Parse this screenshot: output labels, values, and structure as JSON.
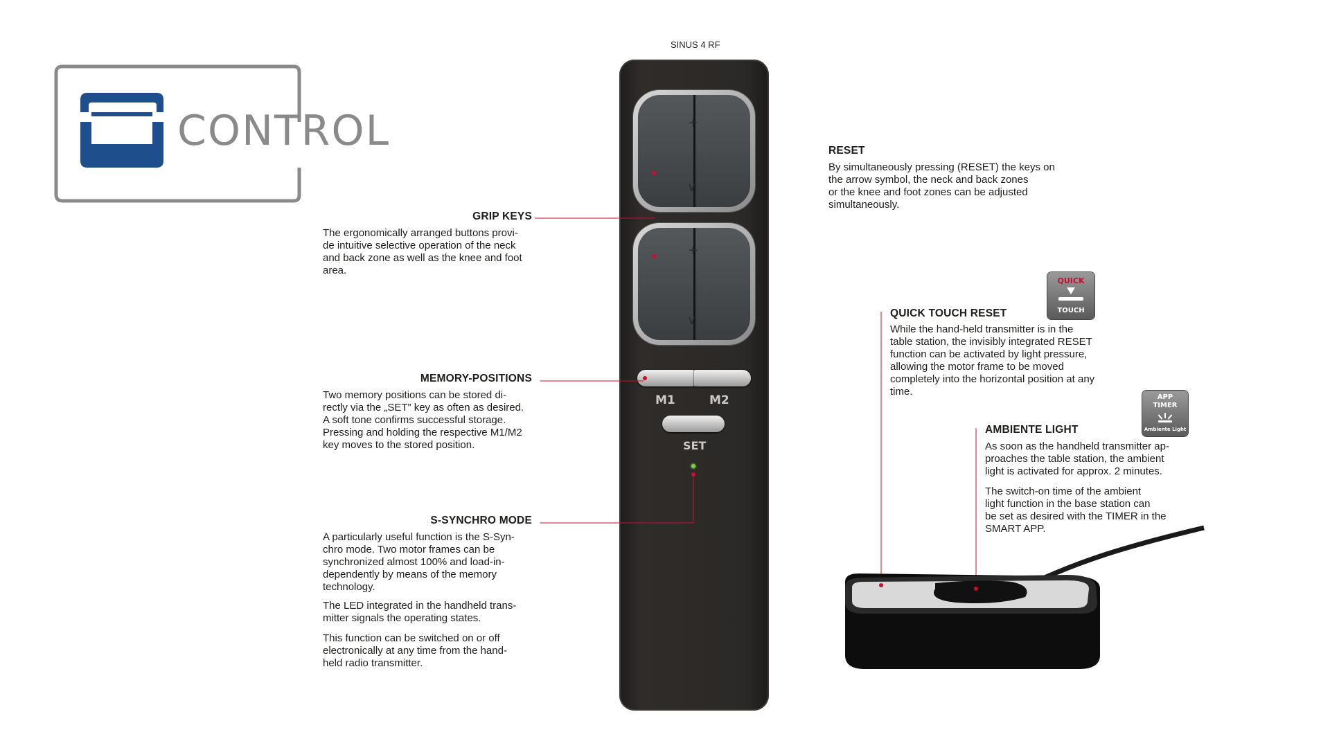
{
  "logo": {
    "text": "CONTROL"
  },
  "product": {
    "name": "SINUS 4 RF"
  },
  "remote": {
    "m1": "M1",
    "m2": "M2",
    "set": "SET"
  },
  "badges": {
    "quick_top": "QUICK",
    "quick_bottom": "TOUCH",
    "app_top": "APP",
    "app_mid": "TIMER",
    "app_bottom": "Ambiente Light"
  },
  "sections": {
    "grip_keys": {
      "title": "GRIP KEYS",
      "text": "The ergonomically arranged buttons provi-\nde intuitive selective operation of the neck\nand back zone as well as the knee and foot\narea."
    },
    "memory": {
      "title": "MEMORY-POSITIONS",
      "text": "Two memory positions can be stored di-\nrectly via the „SET” key as often as desired.\nA soft tone confirms successful storage.\nPressing and holding the respective M1/M2\nkey moves to the stored position."
    },
    "synchro": {
      "title": "S-SYNCHRO MODE",
      "text1": "A particularly useful function is the S-Syn-\nchro mode. Two motor frames can be\nsynchronized almost 100% and load-in-\ndependently by means of the memory\ntechnology.",
      "text2": "The LED integrated in the handheld trans-\nmitter signals the operating states.",
      "text3": "This function can be switched on or off\nelectronically at any time from the hand-\nheld radio transmitter."
    },
    "reset": {
      "title": "RESET",
      "text": "By simultaneously pressing (RESET) the keys on\nthe arrow symbol, the neck and back zones\nor the knee and foot zones can be adjusted\nsimultaneously."
    },
    "quick_touch": {
      "title": "QUICK TOUCH RESET",
      "text": "While the hand-held transmitter is in the\ntable station, the invisibly integrated RESET\nfunction can be activated by light pressure,\nallowing the motor frame to be moved\ncompletely into the horizontal position at any\ntime."
    },
    "ambient": {
      "title": "AMBIENTE LIGHT",
      "text1": "As soon as the handheld transmitter ap-\nproaches the table station, the ambient\nlight is activated for approx. 2 minutes.",
      "text2": "The switch-on time of the ambient\nlight function in the base station can\n be set as desired with the TIMER in the\nSMART APP."
    }
  },
  "colors": {
    "accent_red": "#c8102e",
    "logo_blue": "#1f4e8c",
    "logo_gray": "#8a8a8a",
    "remote_body": "#2a2826",
    "led_green": "#7cd33a"
  }
}
